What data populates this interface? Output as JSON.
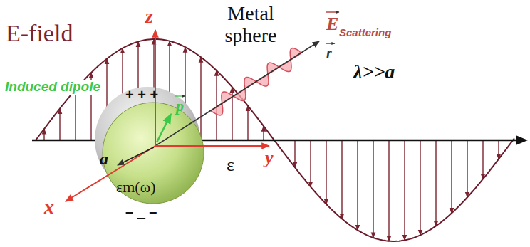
{
  "diagram": {
    "nodes": [
      {
        "text": [
          "εm(ω)"
        ]
      }
    ],
    "labels": [
      "E-field",
      "z",
      "Metal sphere",
      "E",
      "Scattering",
      "r",
      "Induced dipole",
      "p",
      "y",
      "λ>>a",
      "+ + +",
      "a",
      "x",
      "ε",
      "– _ –"
    ]
  }
}
